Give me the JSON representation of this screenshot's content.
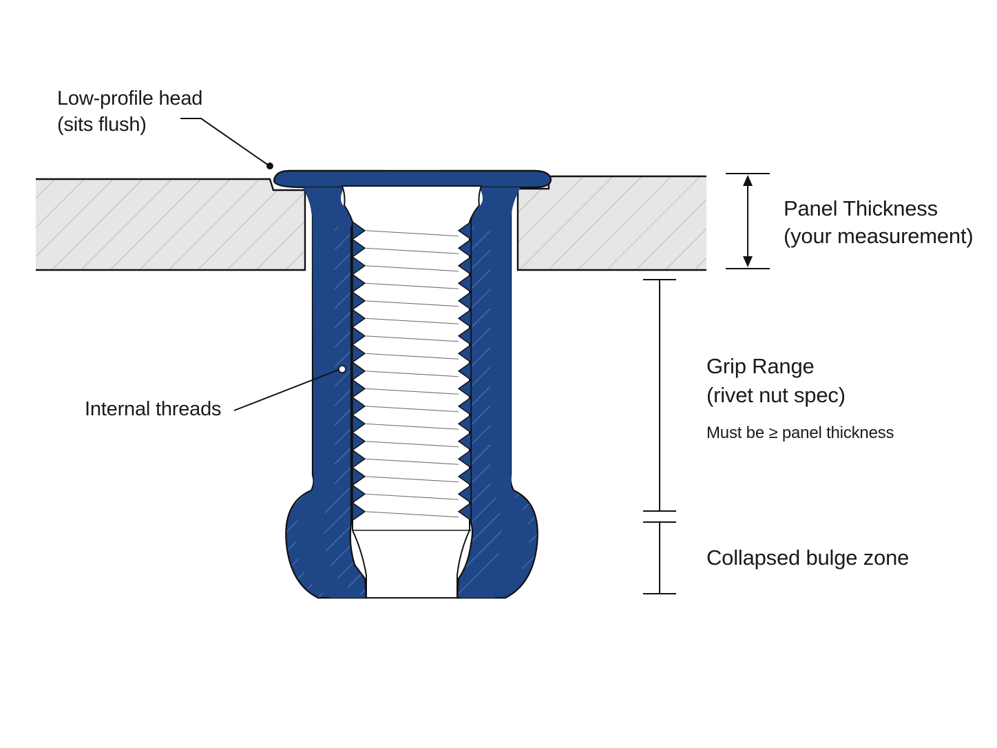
{
  "labels": {
    "head": {
      "line1": "Low-profile head",
      "line2": "(sits flush)"
    },
    "threads": "Internal threads",
    "panel_thickness": {
      "line1": "Panel Thickness",
      "line2": "(your measurement)"
    },
    "grip_range": {
      "line1": "Grip Range",
      "line2": "(rivet nut spec)",
      "note": "Must be ≥ panel thickness"
    },
    "bulge": "Collapsed bulge zone"
  },
  "colors": {
    "rivet_nut": "#1f4788",
    "panel_fill": "#e6e6e6",
    "hatch": "#9a9a9a",
    "outline": "#111111",
    "thread_fill": "#ffffff"
  }
}
